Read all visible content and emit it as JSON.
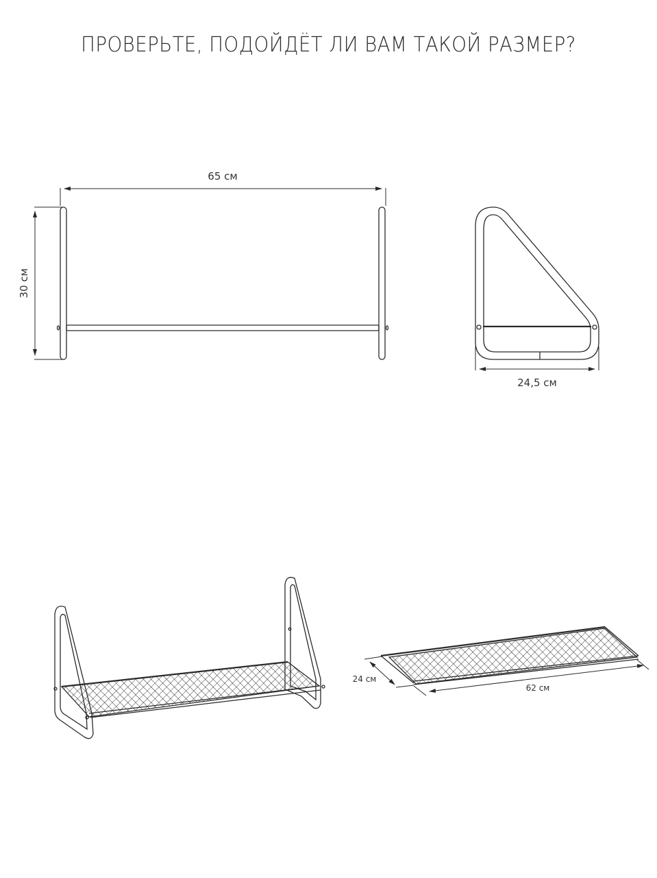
{
  "page": {
    "title": "ПРОВЕРЬТЕ, ПОДОЙДЁТ ЛИ ВАМ ТАКОЙ РАЗМЕР?"
  },
  "front_view": {
    "width_label": "65 см",
    "height_label": "30 см"
  },
  "side_view": {
    "depth_label": "24,5 см"
  },
  "shelf_view": {
    "depth_label": "24 см",
    "length_label": "62 см"
  },
  "colors": {
    "line": "#2a2a2a",
    "background": "#ffffff"
  }
}
